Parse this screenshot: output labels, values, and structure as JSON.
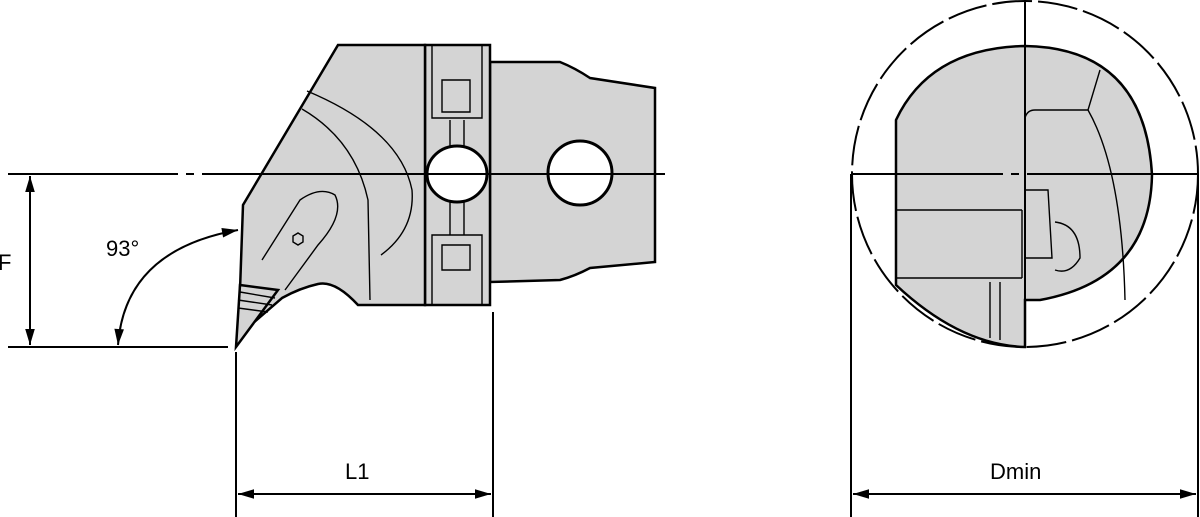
{
  "labels": {
    "f": "F",
    "angle": "93°",
    "l1": "L1",
    "dmin": "Dmin"
  },
  "colors": {
    "body_fill": "#d4d4d4",
    "line": "#000000",
    "background": "#ffffff"
  }
}
